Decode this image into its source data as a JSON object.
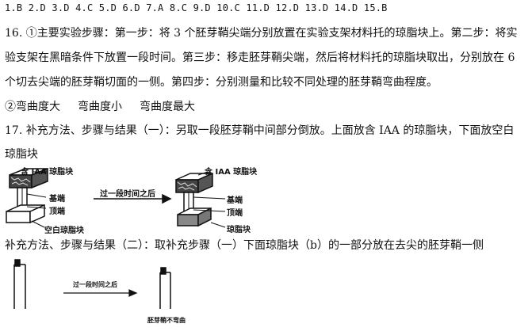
{
  "answers": "1.B 2.D 3.D 4.C 5.D 6.D 7.A 8.C 9.D 10.C 11.D 12.D 13.D 14.D 15.B",
  "q16": {
    "line1": "16. ①主要实验步骤：第一步：将 3 个胚芽鞘尖端分别放置在实验支架材料托的琼脂块上。第二步：将实",
    "line2": "验支架在黑暗条件下放置一段时间。第三步：移走胚芽鞘尖端，然后将材料托的琼脂块取出，分别放在 6",
    "line3": "个切去尖端的胚芽鞘切面的一侧。第四步：分别测量和比较不同处理的胚芽鞘弯曲程度。",
    "results": [
      "②弯曲度大",
      "弯曲度小",
      "弯曲度最大"
    ]
  },
  "q17": {
    "line1": "17. 补充方法、步骤与结果（一）：另取一段胚芽鞘中间部分倒放。上面放含 IAA 的琼脂块，下面放空白",
    "line2": "琼脂块",
    "method2": "补充方法、步骤与结果（二）：取补充步骤（一）下面琼脂块（b）的一部分放在去尖的胚芽鞘一侧"
  },
  "figure1": {
    "label_iaa_block_left": "含 IAA 琼脂块",
    "label_base_end": "基端",
    "label_top_end": "顶端",
    "label_blank_block": "空白琼脂块",
    "arrow_text": "过一段时间之后",
    "label_iaa_block_right": "含 IAA 琼脂块",
    "label_base_end_right": "基端",
    "label_top_end_right": "顶端",
    "label_agar_right": "琼脂块"
  },
  "figure2": {
    "arrow_text": "过一段时间之后",
    "caption": "胚芽鞘不弯曲"
  }
}
